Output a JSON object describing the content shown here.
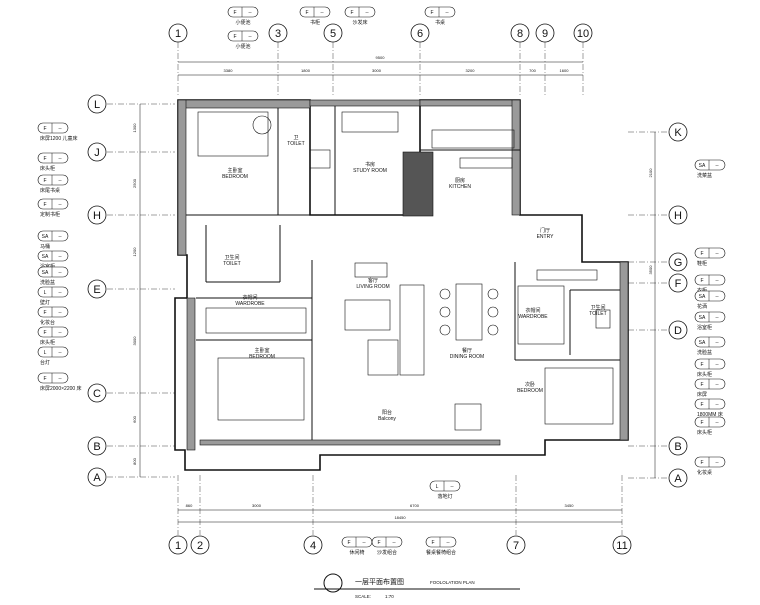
{
  "title": {
    "main": "一层平面布置图",
    "en": "FOOLOLATION PLAN",
    "scale_label": "SCALE:",
    "scale_value": "1:70"
  },
  "axes": {
    "top": [
      "1",
      "3",
      "5",
      "6",
      "8",
      "9",
      "10"
    ],
    "bottom": [
      "1",
      "2",
      "4",
      "7",
      "11"
    ],
    "left": [
      "L",
      "J",
      "H",
      "E",
      "C",
      "B",
      "A"
    ],
    "right": [
      "K",
      "H",
      "G",
      "F",
      "D",
      "B",
      "A"
    ]
  },
  "dimensions": {
    "top_total": "9500",
    "top_segments": [
      "3380",
      "1800",
      "3000",
      "3200",
      "700",
      "1600"
    ],
    "bottom_total": "18450",
    "bottom_segments": [
      "860",
      "3000",
      "6700",
      "3450"
    ],
    "left_segments": [
      "1300",
      "2500",
      "1200",
      "3000",
      "600",
      "800"
    ],
    "right_segments": [
      "2100",
      "3500"
    ]
  },
  "rooms": {
    "master_bedroom": {
      "cn": "主卧室",
      "en": "BEDROOM"
    },
    "toilet_top": {
      "cn": "卫",
      "en": "TOILET"
    },
    "study": {
      "cn": "书房",
      "en": "STUDY ROOM"
    },
    "kitchen": {
      "cn": "厨房",
      "en": "KITCHEN"
    },
    "entry": {
      "cn": "门厅",
      "en": "ENTRY"
    },
    "toilet_mid": {
      "cn": "卫生间",
      "en": "TOILET"
    },
    "wardrobe_left": {
      "cn": "衣帽间",
      "en": "WARDROBE"
    },
    "living": {
      "cn": "客厅",
      "en": "LIVING ROOM"
    },
    "dining": {
      "cn": "餐厅",
      "en": "DINING ROOM"
    },
    "wardrobe_right": {
      "cn": "衣帽间",
      "en": "WARDROBE"
    },
    "toilet_right": {
      "cn": "卫生间",
      "en": "TOILET"
    },
    "bedroom_left": {
      "cn": "主卧室",
      "en": "BEDROOM"
    },
    "bedroom_right": {
      "cn": "次卧",
      "en": "BEDROOM"
    },
    "balcony": {
      "cn": "阳台",
      "en": "Balcony"
    }
  },
  "tags": {
    "top": [
      {
        "code": "F",
        "num": "--",
        "label": "小便池"
      },
      {
        "code": "F",
        "num": "--",
        "label": "小便池"
      },
      {
        "code": "F",
        "num": "--",
        "label": "书柜"
      },
      {
        "code": "F",
        "num": "--",
        "label": "沙发床"
      },
      {
        "code": "F",
        "num": "--",
        "label": "书桌"
      }
    ],
    "left": [
      {
        "code": "F",
        "num": "--",
        "label": "床屏1200 儿童床"
      },
      {
        "code": "F",
        "num": "--",
        "label": "床头柜"
      },
      {
        "code": "F",
        "num": "--",
        "label": "床尾书桌"
      },
      {
        "code": "F",
        "num": "--",
        "label": "定制书柜"
      },
      {
        "code": "SA",
        "num": "--",
        "label": "马桶"
      },
      {
        "code": "SA",
        "num": "--",
        "label": "浴室柜"
      },
      {
        "code": "SA",
        "num": "--",
        "label": "洗脸盆"
      },
      {
        "code": "L",
        "num": "--",
        "label": "壁灯"
      },
      {
        "code": "F",
        "num": "--",
        "label": "化妆台"
      },
      {
        "code": "F",
        "num": "--",
        "label": "床头柜"
      },
      {
        "code": "L",
        "num": "--",
        "label": "台灯"
      },
      {
        "code": "F",
        "num": "--",
        "label": "床屏2000×2200 床"
      }
    ],
    "right": [
      {
        "code": "SA",
        "num": "--",
        "label": "洗菜盆"
      },
      {
        "code": "F",
        "num": "--",
        "label": "鞋柜"
      },
      {
        "code": "F",
        "num": "--",
        "label": "衣柜"
      },
      {
        "code": "SA",
        "num": "--",
        "label": "花洒"
      },
      {
        "code": "SA",
        "num": "--",
        "label": "浴室柜"
      },
      {
        "code": "SA",
        "num": "--",
        "label": "洗脸盆"
      },
      {
        "code": "F",
        "num": "--",
        "label": "床头柜"
      },
      {
        "code": "F",
        "num": "--",
        "label": "床屏"
      },
      {
        "code": "F",
        "num": "--",
        "label": "1800MM 床"
      },
      {
        "code": "F",
        "num": "--",
        "label": "床头柜"
      },
      {
        "code": "F",
        "num": "--",
        "label": "化妆桌"
      }
    ],
    "bottom": [
      {
        "code": "L",
        "num": "--",
        "label": "落地灯"
      },
      {
        "code": "F",
        "num": "--",
        "label": "休闲椅"
      },
      {
        "code": "F",
        "num": "--",
        "label": "沙发组合"
      },
      {
        "code": "F",
        "num": "--",
        "label": "餐桌餐椅组合"
      }
    ]
  },
  "colors": {
    "line": "#111111",
    "wall_fill": "#9a9a9a",
    "grid_line": "#444444"
  }
}
